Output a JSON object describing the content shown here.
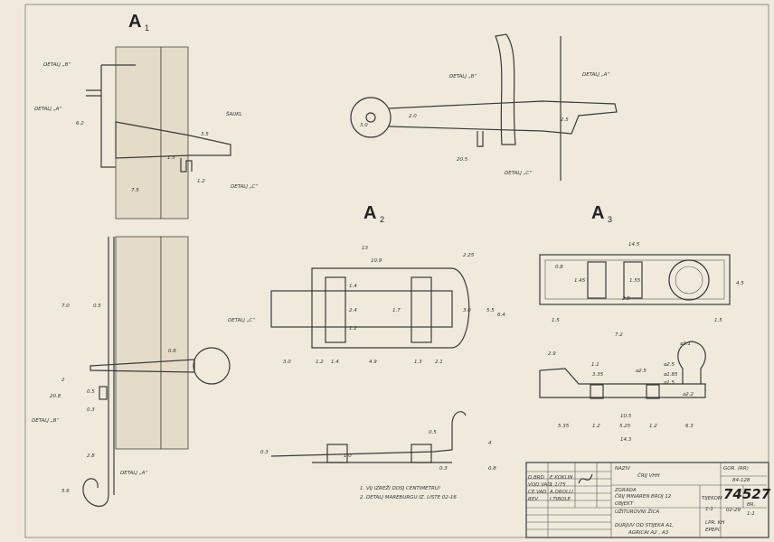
{
  "views": {
    "a1": {
      "letter": "A",
      "index": "1"
    },
    "a2": {
      "letter": "A",
      "index": "2"
    },
    "a3": {
      "letter": "A",
      "index": "3"
    }
  },
  "callouts": {
    "a1_b_top": "DETALJ „B“",
    "a1_a_top": "DETALJ „A“",
    "a1_saukl": "ŠAUKL",
    "a1_c_top": "DETALJ „C“",
    "a1_c_low": "DETALJ „C“",
    "a1_b_low": "DETALJ „B“",
    "a1_a_low": "DETALJ „A“",
    "top_b": "DETALJ „B“",
    "top_a": "DETALJ „A“",
    "top_c": "DETALJ „C“"
  },
  "dimensions": {
    "a1": [
      "6.2",
      "3.5",
      "1.5",
      "1.2",
      "7.5",
      "0.5",
      "7.0",
      "2",
      "20.8",
      "0.8",
      "0.5",
      "0.3",
      "2.8",
      "5.6"
    ],
    "top": [
      "20.5",
      "2.0",
      "2.5",
      "3.0"
    ],
    "a2": [
      "13",
      "10.9",
      "2.25",
      "1.4",
      "1.7",
      "2.4",
      "1.2",
      "3.0",
      "5.5",
      "6.4",
      "3.0",
      "1.2",
      "1.4",
      "4.9",
      "1.3",
      "2.1",
      "0.5",
      "1.0",
      "0.3",
      "4",
      "0.8",
      "0.3"
    ],
    "a3": [
      "14.5",
      "4.5",
      "0.8",
      "1.45",
      "1.55",
      "2.5",
      "1.5",
      "7.2",
      "1.5",
      "2.9",
      "1.1",
      "3.35",
      "⌀2.5",
      "⌀3.1",
      "⌀2.5",
      "⌀1.85",
      "⌀1.5",
      "⌀2.2",
      "10.5",
      "5.35",
      "1.2",
      "5.25",
      "1.2",
      "6.3",
      "14.3"
    ]
  },
  "notes": [
    "1. VIJ IZREŽI DOSJ CENTIMETRU!",
    "2. DETALJ MAREBURGU IZ. LISTE 02-16"
  ],
  "title_block": {
    "rows_left": [
      [
        "D.BRD",
        "E.KOKLIN"
      ],
      [
        "VOD.VAD",
        "1.1/75"
      ],
      [
        "CE.VAD",
        "A.DROLLI"
      ],
      [
        "REV.",
        "I.TIBOLE"
      ]
    ],
    "object_label": "NAZIV",
    "object": "ČRIJ VHH",
    "sheet_label": "GOR. (RR)",
    "sheet_ref": "84-128",
    "building_label": "ZGRADA",
    "building": "ČRIJ  MINAREN  BROJ 12",
    "drawing_number": "74527",
    "item_label": "OBJEKT",
    "item": "UŽITUROVNI ŽICA",
    "scale_label": "TIJEKOM",
    "scale_value": "1:1",
    "code": "02-29",
    "sheet_no_label": "BR.",
    "sheet_no": "1:1",
    "description_1": "DURJUV OD STIJEKA A1,",
    "description_2": "AGRICAI A2 , A3",
    "org_1": "LPR. KH",
    "org_2": "EPEPC"
  }
}
